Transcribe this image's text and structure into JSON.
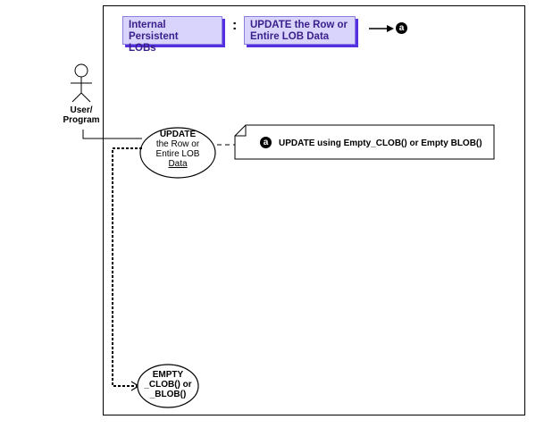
{
  "breadcrumb": {
    "items": [
      "Internal Persistent LOBs",
      "UPDATE the Row or Entire LOB Data"
    ],
    "item_lines": [
      [
        "Internal Persistent",
        "LOBs"
      ],
      [
        "UPDATE the Row or",
        "Entire LOB Data"
      ]
    ],
    "separator": ":",
    "target_badge": "a"
  },
  "actor": {
    "label_lines": [
      "User/",
      "Program"
    ]
  },
  "use_cases": {
    "update": {
      "lines": [
        "UPDATE",
        "the Row or",
        "Entire LOB",
        "Data"
      ]
    },
    "empty": {
      "lines": [
        "EMPTY",
        "_CLOB() or",
        "_BLOB()"
      ]
    }
  },
  "note": {
    "badge": "a",
    "text": "UPDATE using Empty_CLOB() or Empty BLOB()"
  },
  "colors": {
    "crumb_fill": "#d9d4fb",
    "crumb_shadow": "#5530e0",
    "crumb_text": "#3a1f8c"
  }
}
